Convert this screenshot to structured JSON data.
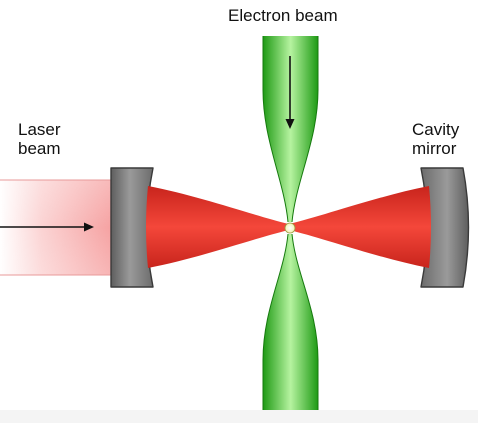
{
  "labels": {
    "electron_beam": "Electron beam",
    "laser_beam": [
      "Laser",
      "beam"
    ],
    "cavity_mirror": [
      "Cavity",
      "mirror"
    ]
  },
  "colors": {
    "laser_fill": "#f8b8b8",
    "laser_cone": "#ee3b2e",
    "electron_beam": "#33bb22",
    "electron_beam_light": "#b9f0a8",
    "mirror_gray": "#8a8a8a",
    "mirror_dark": "#3a3a3a",
    "focus_point": "#fffbe0"
  },
  "icons": {
    "laser_arrow": "arrow-right-icon",
    "electron_arrow": "arrow-down-icon"
  }
}
